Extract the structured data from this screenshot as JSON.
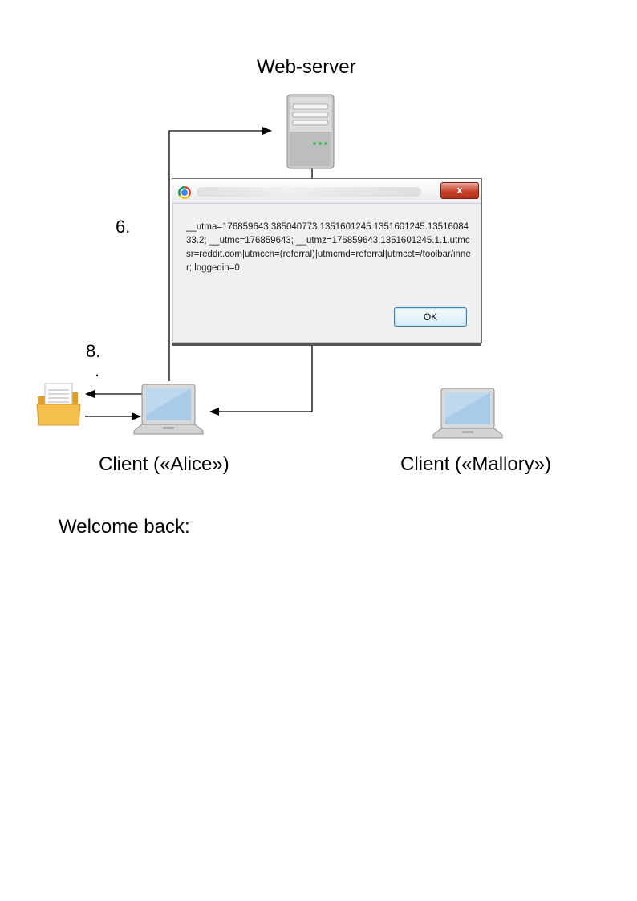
{
  "labels": {
    "web_server": "Web-server",
    "client_alice": "Client («Alice»)",
    "client_mallory": "Client («Mallory»)",
    "welcome": "Welcome back:"
  },
  "steps": {
    "six": "6.",
    "eight": "8.",
    "eight_dot": "."
  },
  "dialog": {
    "message": "__utma=176859643.385040773.1351601245.1351601245.1351608433.2; __utmc=176859643; __utmz=176859643.1351601245.1.1.utmcsr=reddit.com|utmccn=(referral)|utmcmd=referral|utmcct=/toolbar/inner; loggedin=0",
    "close_symbol": "x",
    "ok_label": "OK"
  },
  "icons": {
    "server": "server-icon",
    "alice_laptop": "laptop-icon",
    "mallory_laptop": "laptop-icon",
    "folder": "folder-document-icon",
    "browser": "chrome-icon"
  },
  "colors": {
    "folder": "#f2b63c",
    "close_button": "#c9412d",
    "laptop_screen": "#a9cbe8"
  }
}
